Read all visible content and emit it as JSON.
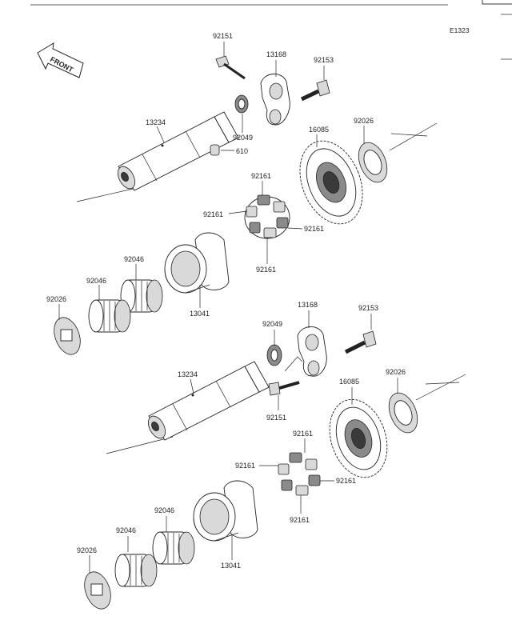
{
  "diagram_code": "E1323",
  "front_label": "FRONT",
  "callouts": {
    "upper": {
      "bolt": "92151",
      "arm": "13168",
      "arm_bolt": "92153",
      "shaft": "13234",
      "oil_seal": "92049",
      "pin": "610",
      "gear": "16085",
      "washer_right": "92026",
      "damper_top": "92161",
      "damper_left": "92161",
      "damper_right": "92161",
      "damper_bottom": "92161",
      "bearing_outer": "92046",
      "bearing_inner": "92046",
      "washer_left": "92026",
      "hub": "13041"
    },
    "lower": {
      "arm": "13168",
      "arm_bolt": "92153",
      "oil_seal": "92049",
      "shaft": "13234",
      "bolt": "92151",
      "gear": "16085",
      "washer_right": "92026",
      "damper_top": "92161",
      "damper_left": "92161",
      "damper_right": "92161",
      "damper_bottom": "92161",
      "bearing_outer": "92046",
      "bearing_inner": "92046",
      "washer_left": "92026",
      "hub": "13041"
    }
  }
}
